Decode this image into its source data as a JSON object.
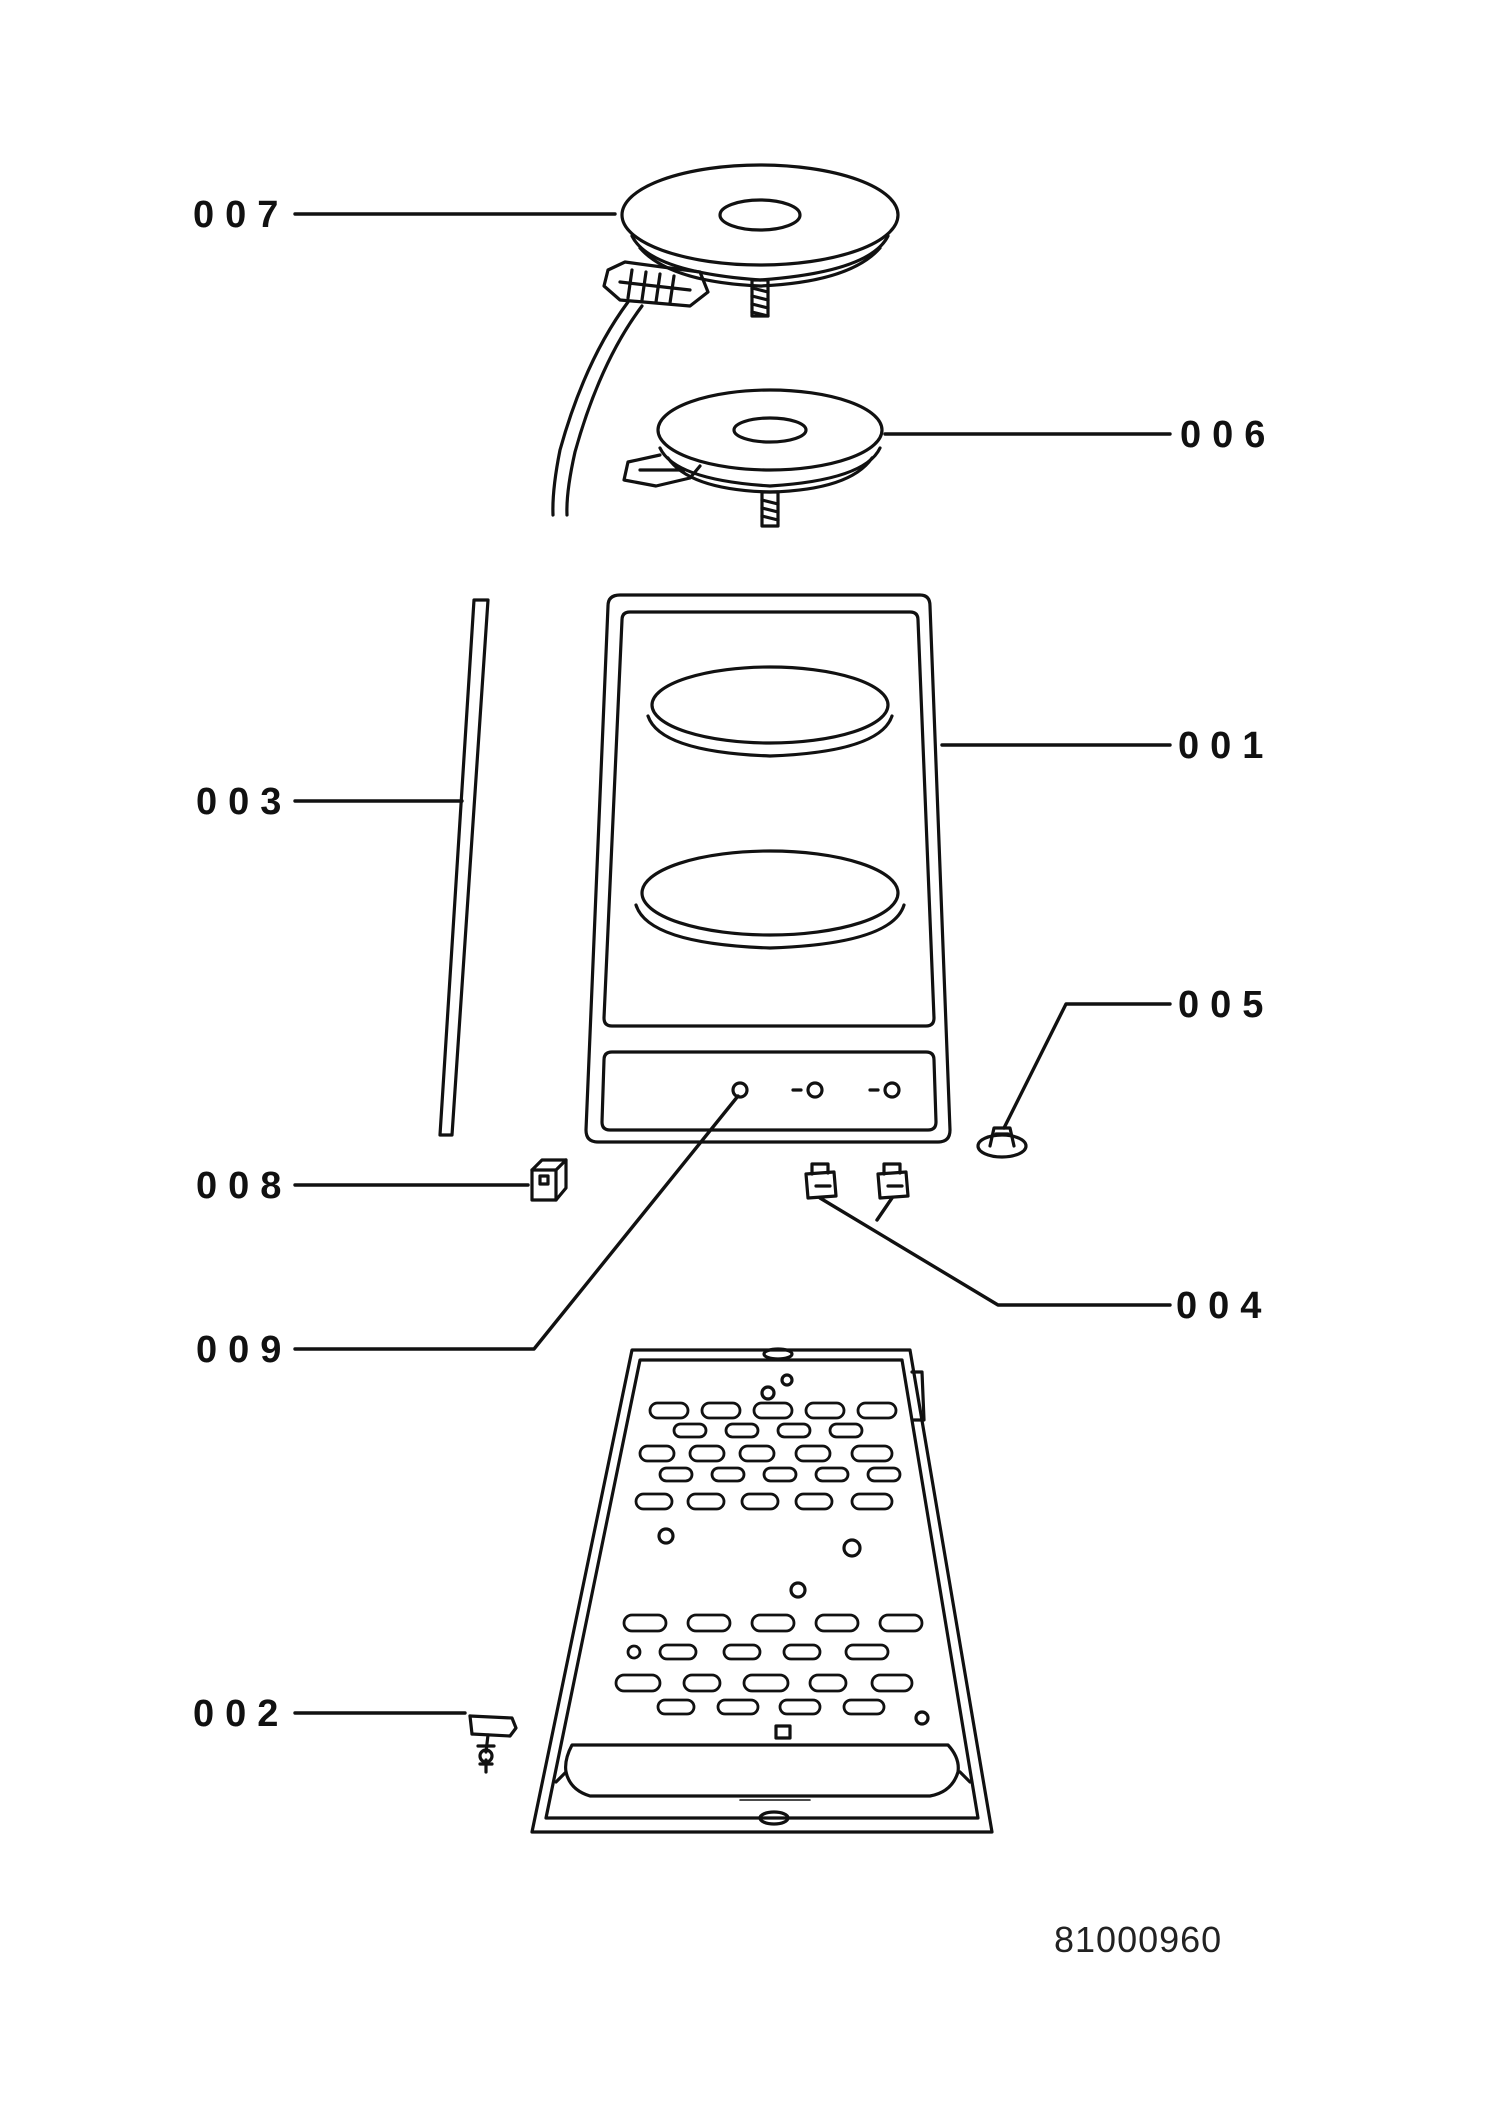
{
  "labels": {
    "p001": "001",
    "p002": "002",
    "p003": "003",
    "p004": "004",
    "p005": "005",
    "p006": "006",
    "p007": "007",
    "p008": "008",
    "p009": "009"
  },
  "document_number": "81000960",
  "colors": {
    "ink": "#111111",
    "paper": "#ffffff"
  }
}
